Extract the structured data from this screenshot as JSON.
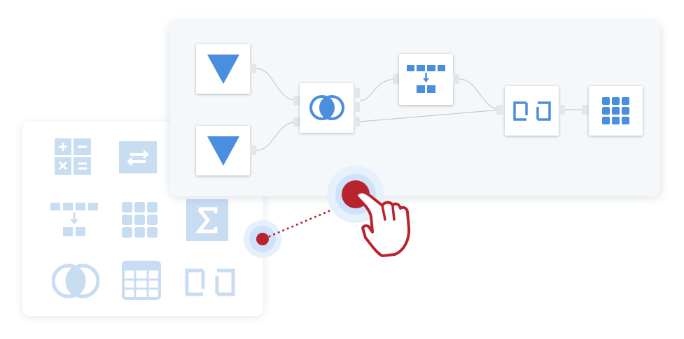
{
  "colors": {
    "node_blue": "#4a8ee0",
    "palette_blue": "#c8dcf2",
    "palette_blue_dark": "#b4cfee",
    "accent_red": "#b8232d",
    "halo_blue": "#cfe2fb",
    "wire": "#c6cbd1"
  },
  "palette": {
    "items": [
      {
        "icon": "calculator-icon"
      },
      {
        "icon": "swap-arrows-icon"
      },
      {
        "icon": "aggregate-grid-icon"
      },
      {
        "icon": "grid-icon"
      },
      {
        "icon": "sigma-icon"
      },
      {
        "icon": "join-circles-icon"
      },
      {
        "icon": "table-icon"
      },
      {
        "icon": "split-bracket-icon"
      }
    ]
  },
  "canvas": {
    "nodes": [
      {
        "id": "input-1",
        "icon": "triangle-down-icon"
      },
      {
        "id": "input-2",
        "icon": "triangle-down-icon"
      },
      {
        "id": "join",
        "icon": "join-circles-icon"
      },
      {
        "id": "aggregate",
        "icon": "aggregate-grid-icon"
      },
      {
        "id": "split",
        "icon": "split-bracket-icon"
      },
      {
        "id": "output",
        "icon": "grid-icon"
      }
    ]
  },
  "drag": {
    "cursor": "hand-pointer-icon"
  }
}
